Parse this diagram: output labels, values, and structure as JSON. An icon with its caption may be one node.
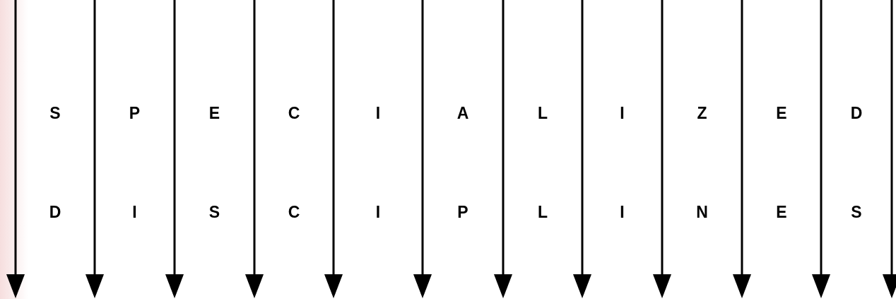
{
  "diagram": {
    "labels": [
      "S",
      "P",
      "E",
      "C",
      "I",
      "A",
      "L",
      "I",
      "Z",
      "E",
      "D",
      "D",
      "I",
      "S",
      "C",
      "I",
      "P",
      "L",
      "I",
      "N",
      "E",
      "S"
    ]
  }
}
